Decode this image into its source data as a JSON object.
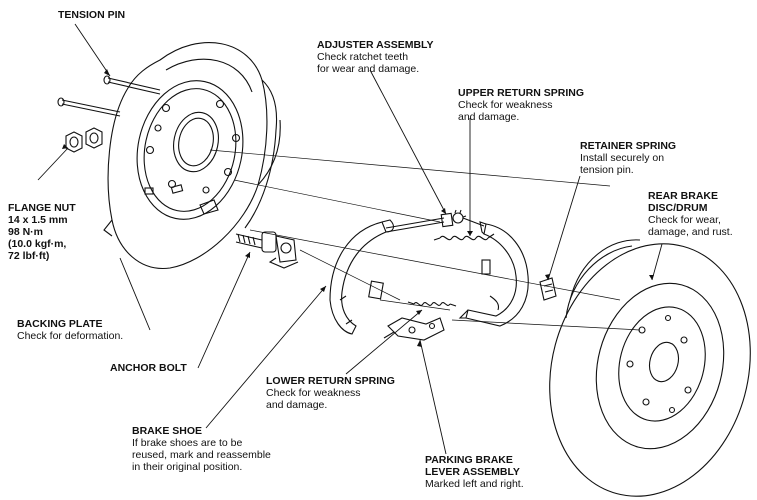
{
  "diagram": {
    "labels": {
      "tension_pin": {
        "title": "TENSION PIN"
      },
      "flange_nut": {
        "title": "FLANGE NUT\n14 x 1.5 mm\n98 N·m\n(10.0 kgf·m,\n72 lbf·ft)"
      },
      "backing_plate": {
        "title": "BACKING PLATE",
        "body": "Check for deformation."
      },
      "anchor_bolt": {
        "title": "ANCHOR BOLT"
      },
      "brake_shoe": {
        "title": "BRAKE SHOE",
        "body": "If brake shoes are to be\nreused, mark and reassemble\nin their original position."
      },
      "adjuster_assembly": {
        "title": "ADJUSTER ASSEMBLY",
        "body": "Check ratchet teeth\nfor wear and damage."
      },
      "upper_return_spring": {
        "title": "UPPER RETURN SPRING",
        "body": "Check for weakness\nand damage."
      },
      "retainer_spring": {
        "title": "RETAINER SPRING",
        "body": "Install securely on\ntension pin."
      },
      "rear_brake_disc": {
        "title": "REAR BRAKE\nDISC/DRUM",
        "body": "Check for wear,\ndamage, and rust."
      },
      "lower_return_spring": {
        "title": "LOWER RETURN SPRING",
        "body": "Check for weakness\nand damage."
      },
      "parking_brake_lever": {
        "title": "PARKING BRAKE\nLEVER ASSEMBLY",
        "body": "Marked left and right."
      }
    }
  }
}
